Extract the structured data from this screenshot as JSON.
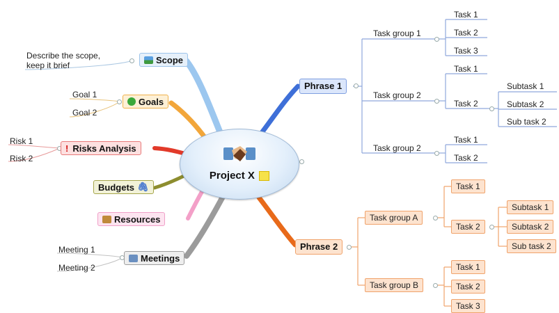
{
  "central": {
    "title": "Project X",
    "icon": "handshake-icon",
    "note_icon": "sticky-note-icon"
  },
  "left_branches": {
    "scope": {
      "label": "Scope",
      "icon": "picture-icon",
      "note_line1": "Describe the scope,",
      "note_line2": "keep it brief",
      "color": "#7fb4e8"
    },
    "goals": {
      "label": "Goals",
      "icon": "check-circle-icon",
      "children": [
        "Goal 1",
        "Goal 2"
      ],
      "color": "#f0a01c"
    },
    "risks": {
      "label": "Risks Analysis",
      "icon": "exclamation-icon",
      "children": [
        "Risk 1",
        "Risk 2"
      ],
      "color": "#e02020"
    },
    "budgets": {
      "label": "Budgets",
      "icon": "paperclip-icon",
      "color": "#8a8a2a"
    },
    "resources": {
      "label": "Resources",
      "icon": "tools-icon",
      "color": "#f090c0"
    },
    "meetings": {
      "label": "Meetings",
      "icon": "people-icon",
      "children": [
        "Meeting 1",
        "Meeting 2"
      ],
      "color": "#888888"
    }
  },
  "phase1": {
    "label": "Phrase 1",
    "color": "#4a78d0",
    "groups": [
      {
        "label": "Task group 1",
        "tasks": [
          "Task 1",
          "Task 2",
          "Task 3"
        ]
      },
      {
        "label": "Task group 2",
        "tasks": [
          "Task 1",
          "Task 2"
        ],
        "subtasks": [
          "Subtask 1",
          "Subtask 2",
          "Sub task 2"
        ]
      },
      {
        "label": "Task group 2",
        "tasks": [
          "Task 1",
          "Task 2"
        ]
      }
    ]
  },
  "phase2": {
    "label": "Phrase 2",
    "color": "#e86a1a",
    "groups": [
      {
        "label": "Task group A",
        "tasks": [
          "Task 1",
          "Task 2"
        ],
        "subtasks": [
          "Subtask 1",
          "Subtask 2",
          "Sub task 2"
        ]
      },
      {
        "label": "Task group B",
        "tasks": [
          "Task 1",
          "Task 2",
          "Task 3"
        ]
      }
    ]
  }
}
